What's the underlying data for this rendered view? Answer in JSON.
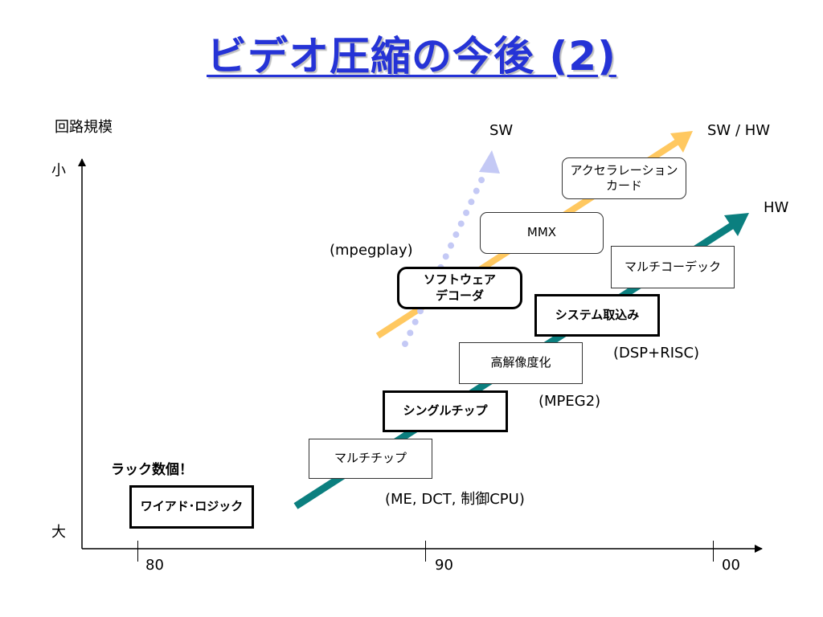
{
  "title": "ビデオ圧縮の今後 (2)",
  "y_axis": {
    "title": "回路規模",
    "top_label": "小",
    "bottom_label": "大"
  },
  "x_axis": {
    "ticks": [
      "80",
      "90",
      "00"
    ]
  },
  "trends": {
    "sw": {
      "label": "SW",
      "color": "#c4c9f5",
      "style": "dotted"
    },
    "sw_hw": {
      "label": "SW / HW",
      "color": "#ffc860"
    },
    "hw": {
      "label": "HW",
      "color": "#0b7f7f"
    }
  },
  "boxes": {
    "wired_logic": "ワイアド･ロジック",
    "multi_chip": "マルチチップ",
    "single_chip": "シングルチップ",
    "high_res": "高解像度化",
    "system_capture": "システム取込み",
    "multi_codec": "マルチコーデック",
    "sw_decoder_line1": "ソフトウェア",
    "sw_decoder_line2": "デコーダ",
    "mmx": "MMX",
    "accel_line1": "アクセラレーション",
    "accel_line2": "カード"
  },
  "annotations": {
    "rack": "ラック数個！",
    "me_dct": "(ME, DCT, 制御CPU)",
    "mpeg2": "(MPEG2)",
    "dsp_risc": "(DSP+RISC)",
    "mpegplay": "(mpegplay)"
  }
}
